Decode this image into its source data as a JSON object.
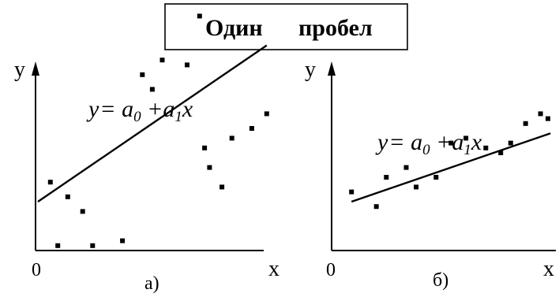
{
  "title_box": {
    "word1": "Один",
    "word2": "пробел"
  },
  "panels": [
    {
      "id": "a",
      "y_label": "y",
      "x_label": "x",
      "origin_label": "0",
      "sublabel": "а)",
      "formula": {
        "y": "y",
        "eq": "= ",
        "a0": "a",
        "a0_sub": "0",
        "plus": " +",
        "a1": "a",
        "a1_sub": "1",
        "x": "x"
      },
      "points": [
        [
          0.25,
          0.14
        ],
        [
          0.4,
          0.01
        ],
        [
          0.6,
          0.11
        ],
        [
          0.9,
          0.08
        ],
        [
          1.1,
          0.01
        ],
        [
          1.7,
          0.02
        ],
        [
          2.1,
          0.36
        ],
        [
          2.3,
          0.33
        ],
        [
          2.5,
          0.39
        ],
        [
          3.0,
          0.38
        ],
        [
          3.25,
          0.48
        ],
        [
          3.35,
          0.21
        ],
        [
          3.45,
          0.17
        ],
        [
          3.7,
          0.13
        ],
        [
          3.9,
          0.23
        ],
        [
          4.3,
          0.25
        ],
        [
          4.6,
          0.28
        ]
      ],
      "line": [
        [
          0.0,
          0.1
        ],
        [
          4.6,
          0.42
        ]
      ]
    },
    {
      "id": "b",
      "y_label": "y",
      "x_label": "x",
      "origin_label": "0",
      "sublabel": "б)",
      "formula": {
        "y": "y",
        "eq": "= ",
        "a0": "a",
        "a0_sub": "0",
        "plus": " +",
        "a1": "a",
        "a1_sub": "1",
        "x": "x"
      },
      "points": [
        [
          0.4,
          0.12
        ],
        [
          0.9,
          0.09
        ],
        [
          1.1,
          0.15
        ],
        [
          1.5,
          0.17
        ],
        [
          1.7,
          0.13
        ],
        [
          2.1,
          0.15
        ],
        [
          2.4,
          0.22
        ],
        [
          2.7,
          0.23
        ],
        [
          3.1,
          0.21
        ],
        [
          3.4,
          0.2
        ],
        [
          3.6,
          0.22
        ],
        [
          3.9,
          0.26
        ],
        [
          4.2,
          0.28
        ],
        [
          4.35,
          0.27
        ]
      ],
      "line": [
        [
          0.4,
          0.1
        ],
        [
          4.4,
          0.24
        ]
      ]
    }
  ]
}
